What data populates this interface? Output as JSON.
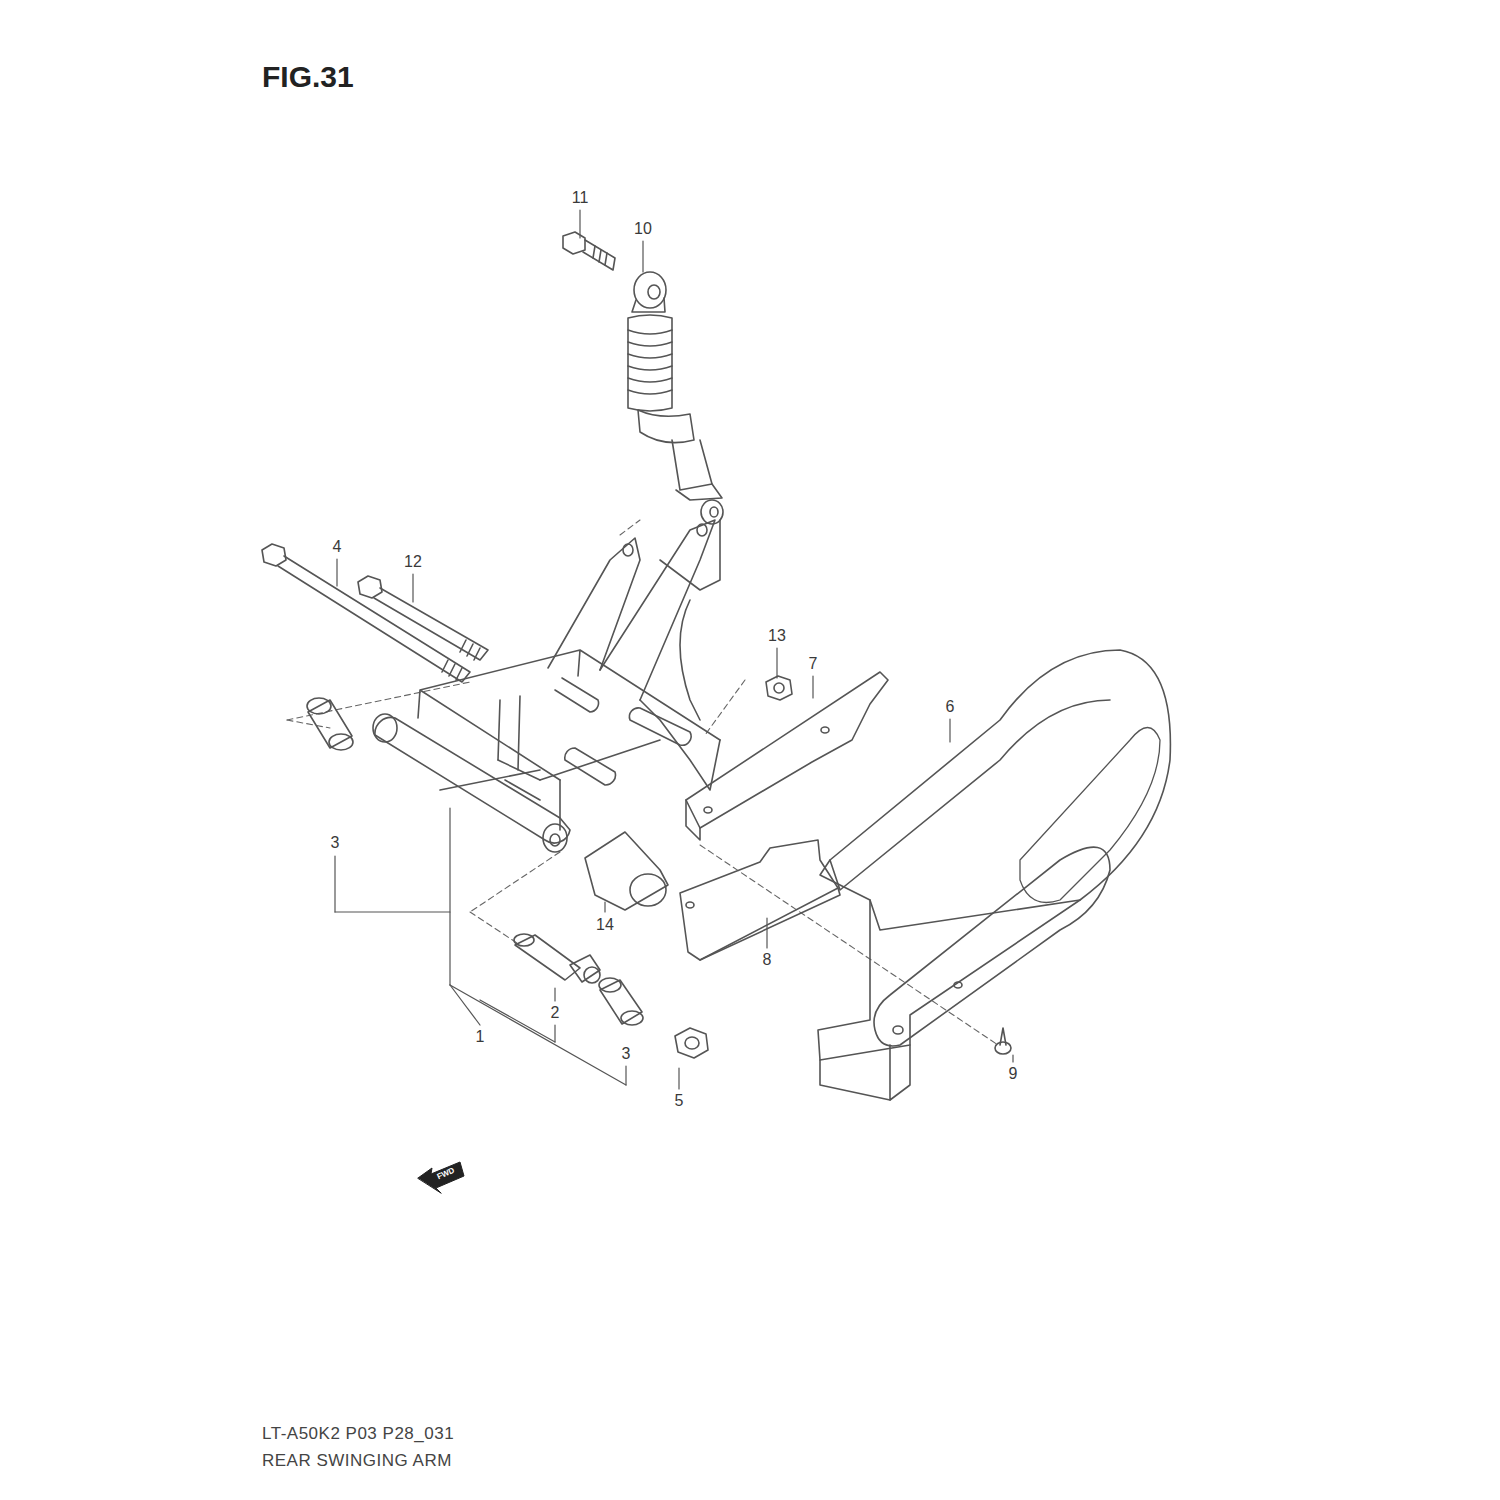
{
  "diagram": {
    "title": "FIG.31",
    "labels": [
      "11",
      "10",
      "4",
      "12",
      "13",
      "7",
      "6",
      "3",
      "14",
      "2",
      "8",
      "1",
      "3",
      "5",
      "9",
      "FWD",
      "LT-A50K2 P03 P28_031",
      "REAR SWINGING ARM"
    ]
  }
}
